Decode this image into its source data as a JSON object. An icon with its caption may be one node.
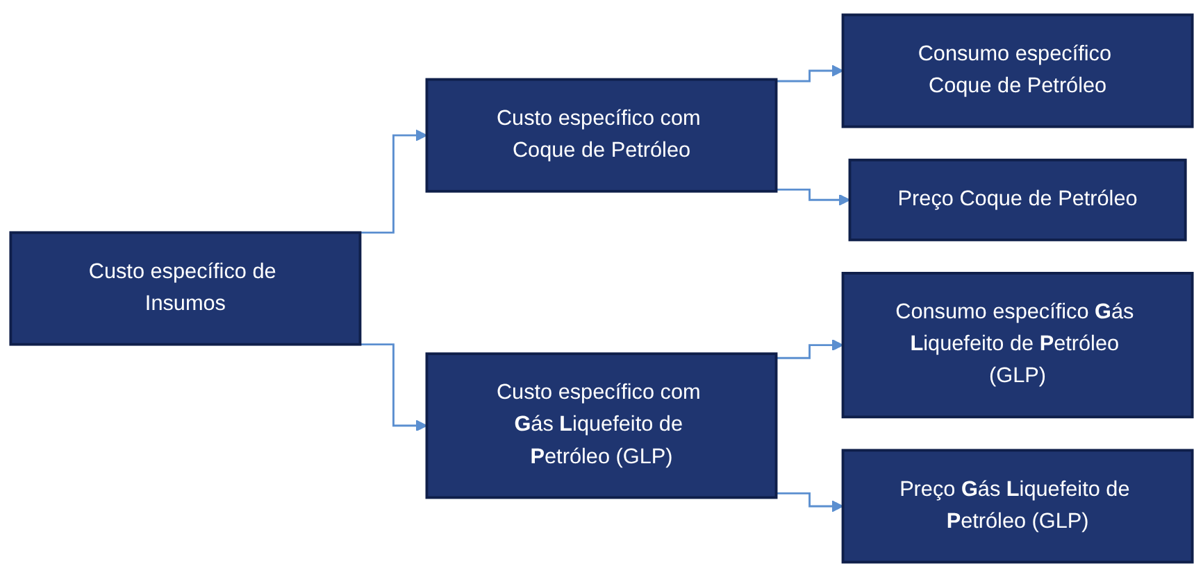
{
  "diagram": {
    "nodes": [
      {
        "text": [
          "Custo específico de Insumos"
        ]
      },
      {
        "text": [
          "Custo específico com Coque de Petróleo"
        ]
      },
      {
        "text": [
          "Custo específico com **G**ás **L**iquefeito de **P**etróleo (GLP)"
        ]
      },
      {
        "text": [
          "Consumo específico Coque de Petróleo"
        ]
      },
      {
        "text": [
          "Preço Coque de Petróleo"
        ]
      },
      {
        "text": [
          "Consumo específico **G**ás **L**iquefeito de **P**etróleo (GLP)"
        ]
      },
      {
        "text": [
          "Preço **G**ás **L**iquefeito de **P**etróleo (GLP)"
        ]
      }
    ],
    "edges": [
      {
        "from": 0,
        "to": 1,
        "arrow": "to"
      },
      {
        "from": 0,
        "to": 2,
        "arrow": "to"
      },
      {
        "from": 1,
        "to": 3,
        "arrow": "to"
      },
      {
        "from": 1,
        "to": 4,
        "arrow": "to"
      },
      {
        "from": 2,
        "to": 5,
        "arrow": "to"
      },
      {
        "from": 2,
        "to": 6,
        "arrow": "to"
      }
    ]
  }
}
